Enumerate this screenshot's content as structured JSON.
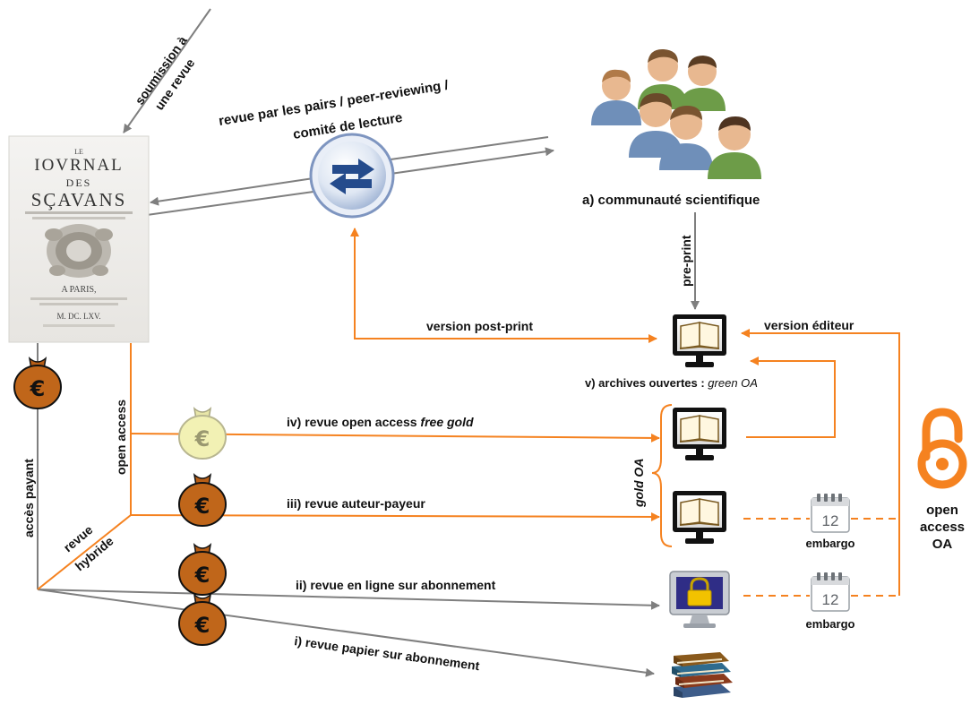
{
  "colors": {
    "orange": "#f58220",
    "gray_line": "#7f7f7f",
    "money_bag": "#c0661a",
    "money_bag_pale": "#f2f1b4",
    "peer_blue": "#3a5f9e",
    "oa_logo": "#f58220"
  },
  "icons": [
    "journal-cover-image",
    "peer-review-exchange-icon",
    "scientific-community-people-icon",
    "monitor-open-book-icon",
    "monitor-lock-icon",
    "books-stack-icon",
    "calendar-icon",
    "money-bag-euro-icon",
    "open-access-lock-icon"
  ],
  "journal": {
    "line1": "LE",
    "line2": "IOVRNAL",
    "line3": "DES",
    "line4": "SÇAVANS",
    "line5": "A PARIS,",
    "line6": "M. DC. LXV."
  },
  "labels": {
    "submission_line1": "soumission à",
    "submission_line2": "une revue",
    "peer_review_line1": "revue par les pairs / peer-reviewing /",
    "peer_review_line2": "comité de lecture",
    "community": "a) communauté scientifique",
    "preprint": "pre-print",
    "postprint": "version post-print",
    "editor_version": "version éditeur",
    "archives_prefix": "v) archives ouvertes : ",
    "archives_green": "green OA",
    "free_gold_prefix": "iv) revue open access ",
    "free_gold_italic": "free gold",
    "author_pays": "iii) revue auteur-payeur",
    "online_subscription": "ii) revue en ligne sur abonnement",
    "paper_subscription": "i) revue papier sur abonnement",
    "gold_oa": "gold OA",
    "open_access_vertical": "open access",
    "paying_access": "accès payant",
    "hybrid_line1": "revue",
    "hybrid_line2": "hybride",
    "embargo_1": "embargo",
    "embargo_2": "embargo",
    "calendar_day_1": "12",
    "calendar_day_2": "12",
    "oa_line1": "open",
    "oa_line2": "access",
    "oa_line3": "OA",
    "euro": "€"
  }
}
